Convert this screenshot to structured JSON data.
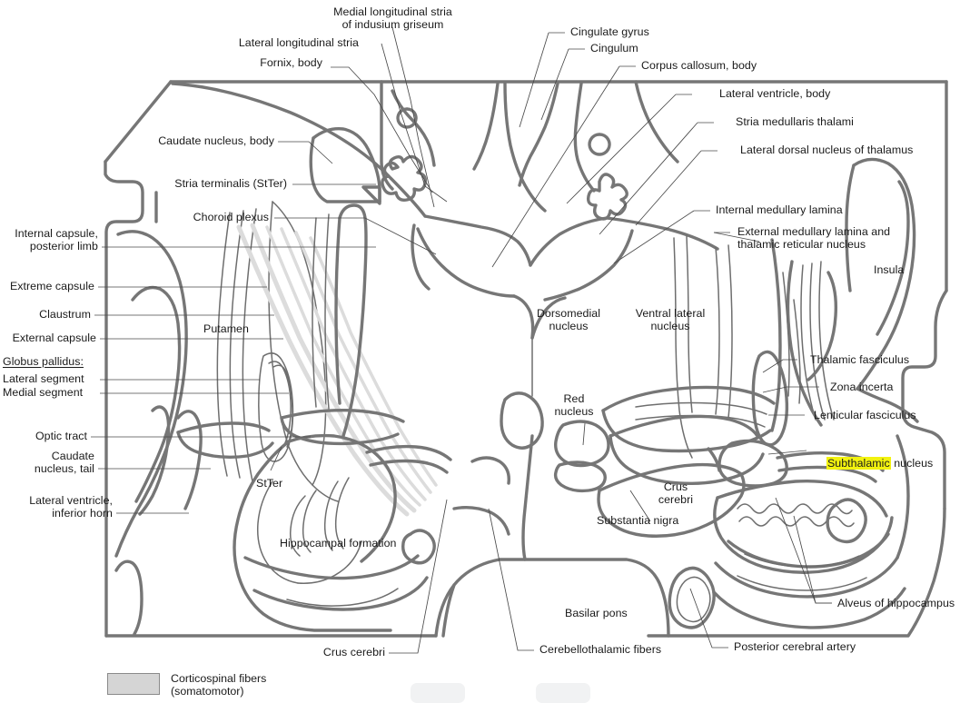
{
  "figure": {
    "type": "anatomical-atlas-diagram",
    "subject": "Coronal section of human brain at the level of the subthalamic nucleus",
    "line_color": "#767676",
    "text_color": "#1a1a1a",
    "highlight_color": "#f2f20f",
    "fiber_color": "#dcdcdc"
  },
  "legend": {
    "swatch_color": "#d5d5d5",
    "line1": "Corticospinal fibers",
    "line2": "(somatomotor)"
  },
  "labels": {
    "medial_longitudinal_stria": "Medial longitudinal stria\nof indusium griseum",
    "lateral_longitudinal_stria": "Lateral longitudinal stria",
    "fornix_body": "Fornix, body",
    "cingulate_gyrus": "Cingulate gyrus",
    "cingulum": "Cingulum",
    "corpus_callosum_body": "Corpus callosum, body",
    "lateral_ventricle_body": "Lateral ventricle, body",
    "stria_medullaris_thalami": "Stria medullaris thalami",
    "lateral_dorsal_nucleus": "Lateral dorsal nucleus of thalamus",
    "internal_medullary_lamina": "Internal medullary lamina",
    "external_medullary_lamina": "External medullary lamina and\nthalamic reticular nucleus",
    "insula": "Insula",
    "caudate_nucleus_body": "Caudate nucleus, body",
    "stria_terminalis": "Stria terminalis (StTer)",
    "choroid_plexus": "Choroid plexus",
    "internal_capsule_posterior_limb": "Internal capsule,\nposterior limb",
    "extreme_capsule": "Extreme capsule",
    "claustrum": "Claustrum",
    "external_capsule": "External capsule",
    "globus_pallidus_heading": "Globus pallidus:",
    "lateral_segment": "Lateral segment",
    "medial_segment": "Medial segment",
    "optic_tract": "Optic tract",
    "caudate_nucleus_tail": "Caudate\nnucleus, tail",
    "lateral_ventricle_inferior_horn": "Lateral ventricle,\ninferior horn",
    "putamen": "Putamen",
    "stter": "StTer",
    "hippocampal_formation": "Hippocampal formation",
    "dorsomedial_nucleus": "Dorsomedial\nnucleus",
    "ventral_lateral_nucleus": "Ventral lateral\nnucleus",
    "red_nucleus": "Red\nnucleus",
    "thalamic_fasciculus": "Thalamic fasciculus",
    "zona_incerta": "Zona incerta",
    "lenticular_fasciculus": "Lenticular fasciculus",
    "subthalamic_nucleus_highlight": "Subthalamic",
    "subthalamic_nucleus_rest": " nucleus",
    "crus_cerebri_right": "Crus\ncerebri",
    "substantia_nigra": "Substantia nigra",
    "basilar_pons": "Basilar pons",
    "crus_cerebri_bottom": "Crus cerebri",
    "cerebellothalamic_fibers": "Cerebellothalamic fibers",
    "posterior_cerebral_artery": "Posterior cerebral artery",
    "alveus_of_hippocampus": "Alveus of hippocampus"
  }
}
